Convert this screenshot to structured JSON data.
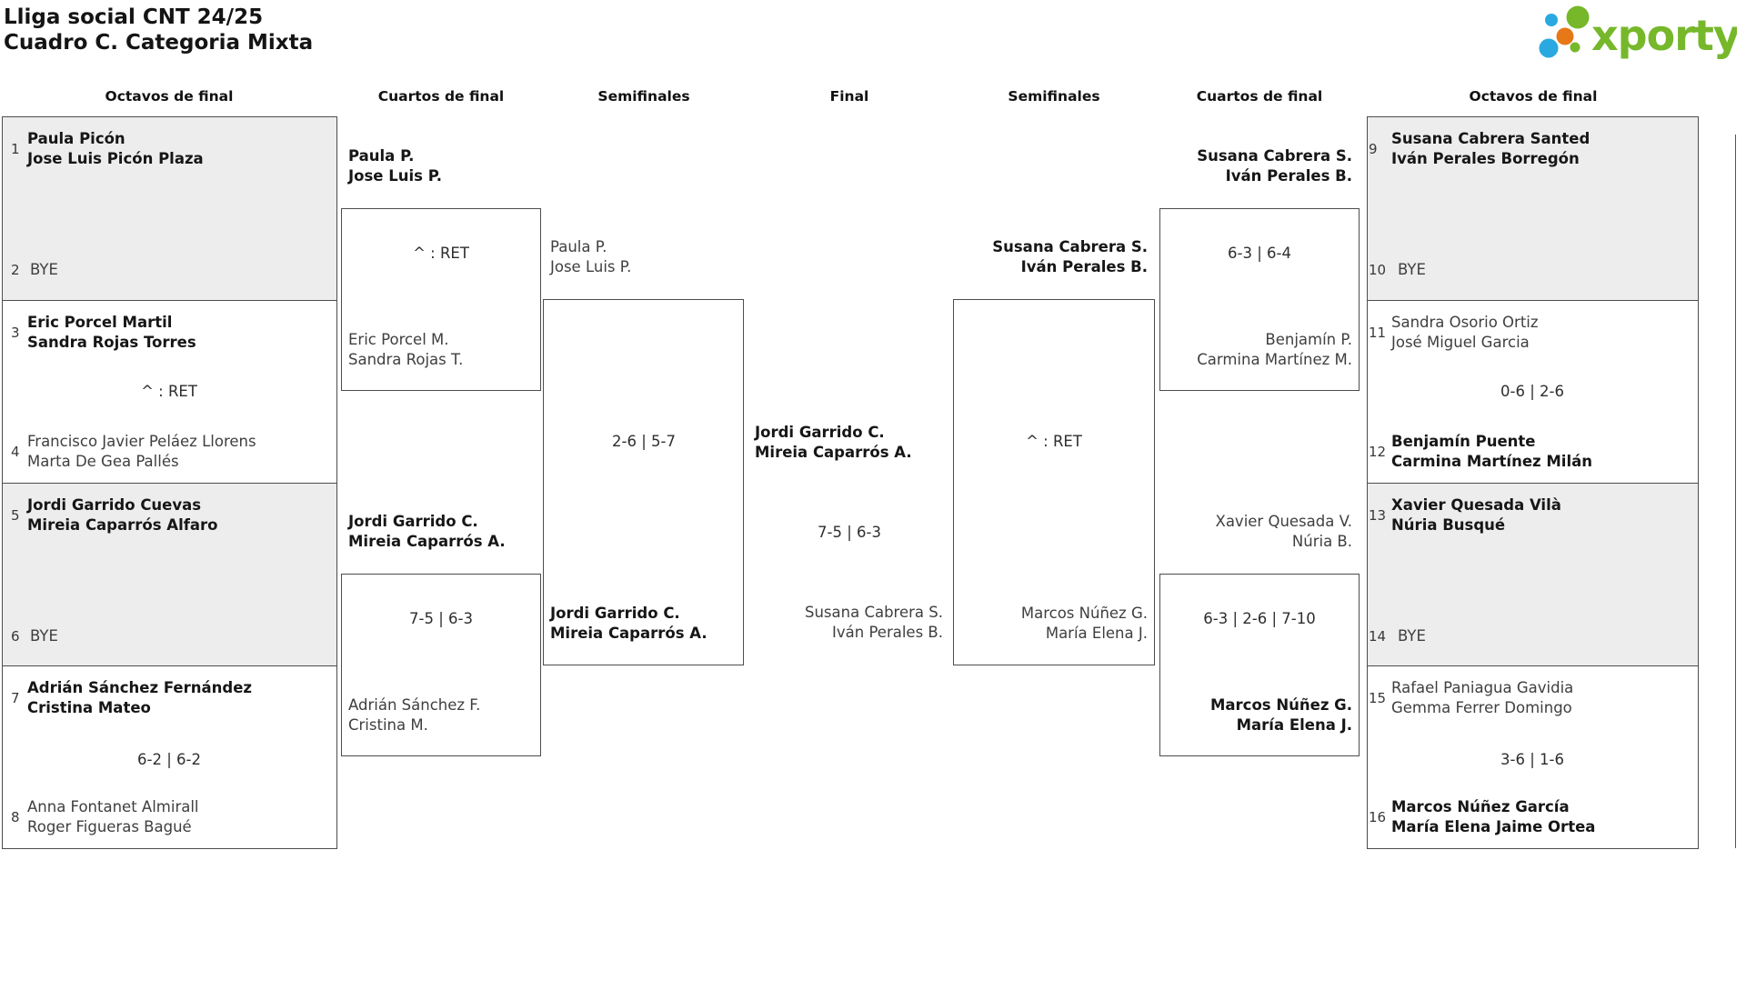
{
  "header": {
    "title_line1": "Lliga social CNT 24/25",
    "title_line2": "Cuadro C. Categoria Mixta",
    "brand": "xporty",
    "logo_colors": {
      "green": "#76b82a",
      "blue": "#29a9e0",
      "orange": "#e67817"
    }
  },
  "rounds": {
    "oct_l": "Octavos de final",
    "qf_l": "Cuartos de final",
    "sf_l": "Semifinales",
    "final": "Final",
    "sf_r": "Semifinales",
    "qf_r": "Cuartos de final",
    "oct_r": "Octavos de final"
  },
  "bracket": {
    "oct_l1": {
      "seed_top": "1",
      "top1": "Paula Picón",
      "top2": "Jose Luis Picón Plaza",
      "seed_bot": "2",
      "bot1": "BYE"
    },
    "oct_l2": {
      "seed_top": "3",
      "top1": "Eric Porcel Martil",
      "top2": "Sandra Rojas Torres",
      "score": "^ : RET",
      "seed_bot": "4",
      "bot1": "Francisco Javier Peláez Llorens",
      "bot2": "Marta De Gea Pallés"
    },
    "oct_l3": {
      "seed_top": "5",
      "top1": "Jordi Garrido Cuevas",
      "top2": "Mireia Caparrós Alfaro",
      "seed_bot": "6",
      "bot1": "BYE"
    },
    "oct_l4": {
      "seed_top": "7",
      "top1": "Adrián Sánchez Fernández",
      "top2": "Cristina Mateo",
      "score": "6-2 | 6-2",
      "seed_bot": "8",
      "bot1": "Anna Fontanet Almirall",
      "bot2": "Roger Figueras Bagué"
    },
    "qf_l1": {
      "top1": "Paula P.",
      "top2": "Jose Luis P.",
      "score": "^ : RET",
      "bot1": "Eric Porcel M.",
      "bot2": "Sandra Rojas T."
    },
    "qf_l2": {
      "top1": "Jordi Garrido C.",
      "top2": "Mireia Caparrós A.",
      "score": "7-5 | 6-3",
      "bot1": "Adrián Sánchez F.",
      "bot2": "Cristina M."
    },
    "sf_l": {
      "top1": "Paula P.",
      "top2": "Jose Luis P.",
      "score": "2-6 | 5-7",
      "bot1": "Jordi Garrido C.",
      "bot2": "Mireia Caparrós A."
    },
    "final": {
      "top1": "Jordi Garrido C.",
      "top2": "Mireia Caparrós A.",
      "score": "7-5 | 6-3",
      "bot1": "Susana Cabrera S.",
      "bot2": "Iván Perales B."
    },
    "sf_r": {
      "top1": "Susana Cabrera S.",
      "top2": "Iván Perales B.",
      "score": "^ : RET",
      "bot1": "Marcos Núñez G.",
      "bot2": "María Elena J."
    },
    "qf_r1": {
      "top1": "Susana Cabrera S.",
      "top2": "Iván Perales B.",
      "score": "6-3 | 6-4",
      "bot1": "Benjamín P.",
      "bot2": "Carmina Martínez M."
    },
    "qf_r2": {
      "top1": "Xavier Quesada V.",
      "top2": "Núria B.",
      "score": "6-3 | 2-6 | 7-10",
      "bot1": "Marcos Núñez G.",
      "bot2": "María Elena J."
    },
    "oct_r1": {
      "seed_top": "9",
      "top1": "Susana Cabrera Santed",
      "top2": "Iván Perales Borregón",
      "seed_bot": "10",
      "bot1": "BYE"
    },
    "oct_r2": {
      "seed_top": "11",
      "top1": "Sandra Osorio Ortiz",
      "top2": "José Miguel Garcia",
      "score": "0-6 | 2-6",
      "seed_bot": "12",
      "bot1": "Benjamín Puente",
      "bot2": "Carmina Martínez Milán"
    },
    "oct_r3": {
      "seed_top": "13",
      "top1": "Xavier Quesada Vilà",
      "top2": "Núria Busqué",
      "seed_bot": "14",
      "bot1": "BYE"
    },
    "oct_r4": {
      "seed_top": "15",
      "top1": "Rafael Paniagua Gavidia",
      "top2": "Gemma Ferrer Domingo",
      "score": "3-6 | 1-6",
      "seed_bot": "16",
      "bot1": "Marcos Núñez García",
      "bot2": "María Elena Jaime Ortea"
    }
  }
}
